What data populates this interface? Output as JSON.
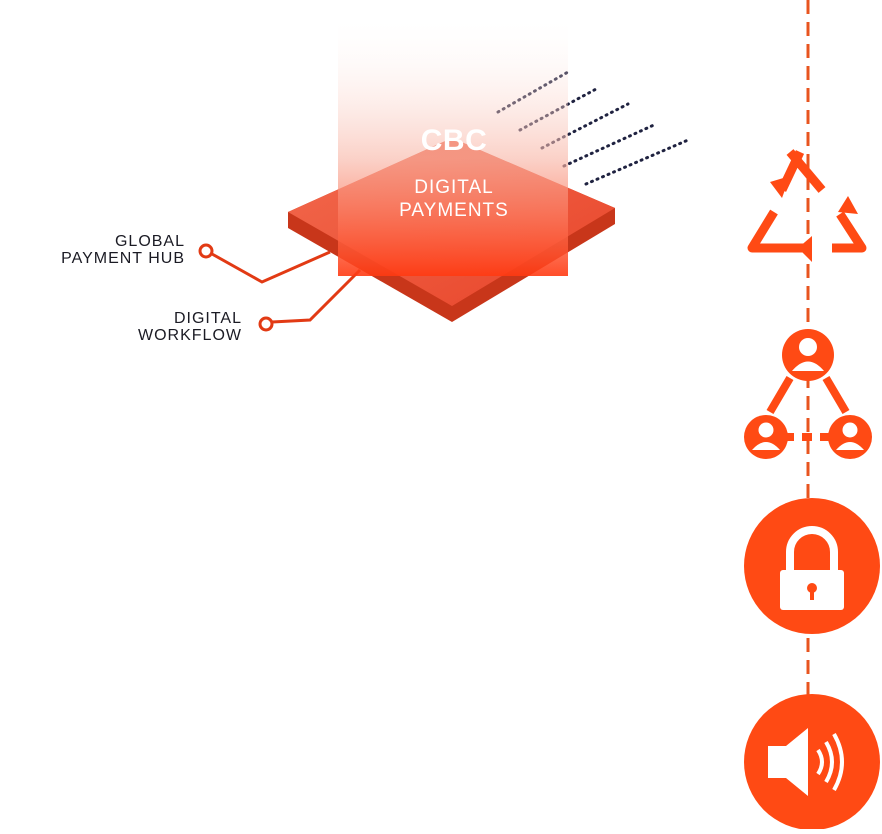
{
  "chip": {
    "brand": "CBC",
    "title_line1": "DIGITAL",
    "title_line2": "PAYMENTS"
  },
  "connectors": {
    "global_payment_hub": {
      "line1": "GLOBAL",
      "line2": "PAYMENT HUB"
    },
    "digital_workflow": {
      "line1": "DIGITAL",
      "line2": "WORKFLOW"
    }
  },
  "timeline_icons": [
    "recycle-icon",
    "people-network-icon",
    "lock-icon",
    "speaker-icon"
  ],
  "colors": {
    "accent": "#ff4a14",
    "chip_top": "#f0583c",
    "chip_side": "#c8361a",
    "dots": "#1f2240",
    "text_dark": "#1b1b24"
  }
}
